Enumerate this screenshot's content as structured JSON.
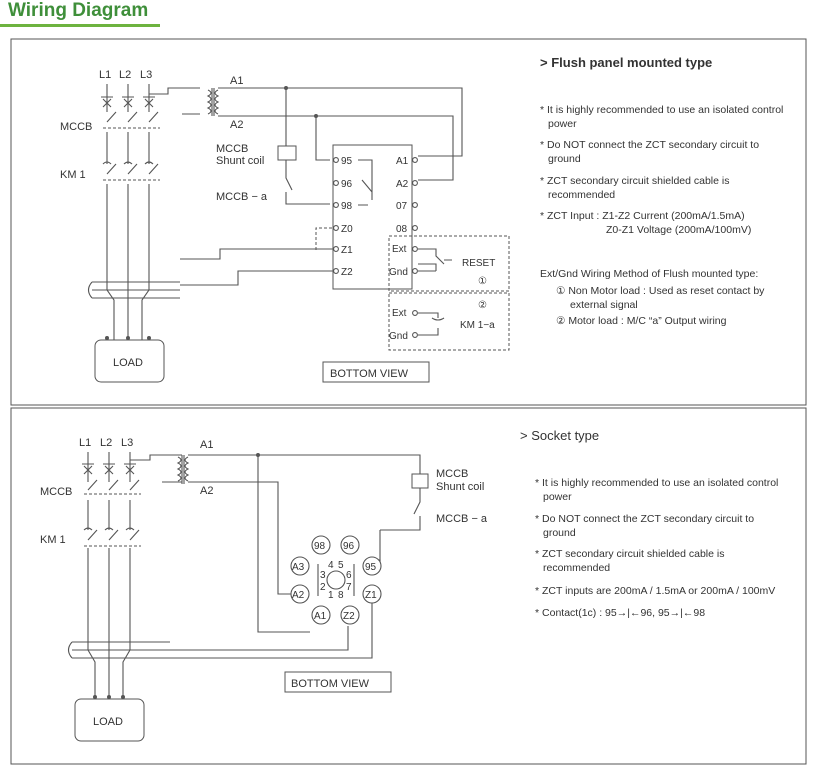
{
  "title": "Wiring Diagram",
  "flush": {
    "heading": "Flush panel mounted type",
    "bullets": [
      [
        "It is highly recommended to use an isolated control",
        "power"
      ],
      [
        "Do NOT connect the ZCT secondary circuit to",
        "ground"
      ],
      [
        "ZCT secondary circuit shielded cable is",
        "recommended"
      ],
      [
        "ZCT Input : Z1-Z2 Current (200mA/1.5mA)",
        "Z0-Z1 Voltage (200mA/100mV)"
      ]
    ],
    "method_title": "Ext/Gnd Wiring Method of Flush mounted type:",
    "method_1a": "① Non Motor load : Used as reset contact by",
    "method_1b": "external signal",
    "method_2": "② Motor load : M/C “a” Output wiring",
    "bottom_view": "BOTTOM VIEW",
    "lines": [
      "L1",
      "L2",
      "L3"
    ],
    "mccb": "MCCB",
    "km1": "KM 1",
    "load": "LOAD",
    "a1": "A1",
    "a2": "A2",
    "shunt1": "MCCB",
    "shunt2": "Shunt coil",
    "mccb_a": "MCCB − a",
    "terminals_left": [
      "95",
      "96",
      "98",
      "Z0",
      "Z1",
      "Z2"
    ],
    "terminals_right": [
      "A1",
      "A2",
      "07",
      "08"
    ],
    "ext": "Ext",
    "gnd": "Gnd",
    "reset": "RESET",
    "circle1": "①",
    "circle2": "②",
    "km1a": "KM 1−a"
  },
  "socket": {
    "heading": "Socket type",
    "bullets": [
      [
        "It is highly recommended to use an isolated control",
        "power"
      ],
      [
        "Do NOT connect the ZCT secondary circuit to",
        "ground"
      ],
      [
        "ZCT secondary circuit shielded cable is",
        "recommended"
      ],
      [
        "ZCT inputs are 200mA / 1.5mA or 200mA / 100mV",
        ""
      ],
      [
        "Contact(1c) : 95→|←96, 95→|←98",
        ""
      ]
    ],
    "bottom_view": "BOTTOM VIEW",
    "lines": [
      "L1",
      "L2",
      "L3"
    ],
    "mccb": "MCCB",
    "km1": "KM 1",
    "load": "LOAD",
    "a1": "A1",
    "a2": "A2",
    "shunt1": "MCCB",
    "shunt2": "Shunt coil",
    "mccb_a": "MCCB − a",
    "pins": [
      "98",
      "96",
      "A3",
      "95",
      "A2",
      "Z1",
      "A1",
      "Z2"
    ],
    "pin_numbers": [
      "3",
      "4",
      "5",
      "6",
      "2",
      "1",
      "8",
      "7"
    ]
  }
}
